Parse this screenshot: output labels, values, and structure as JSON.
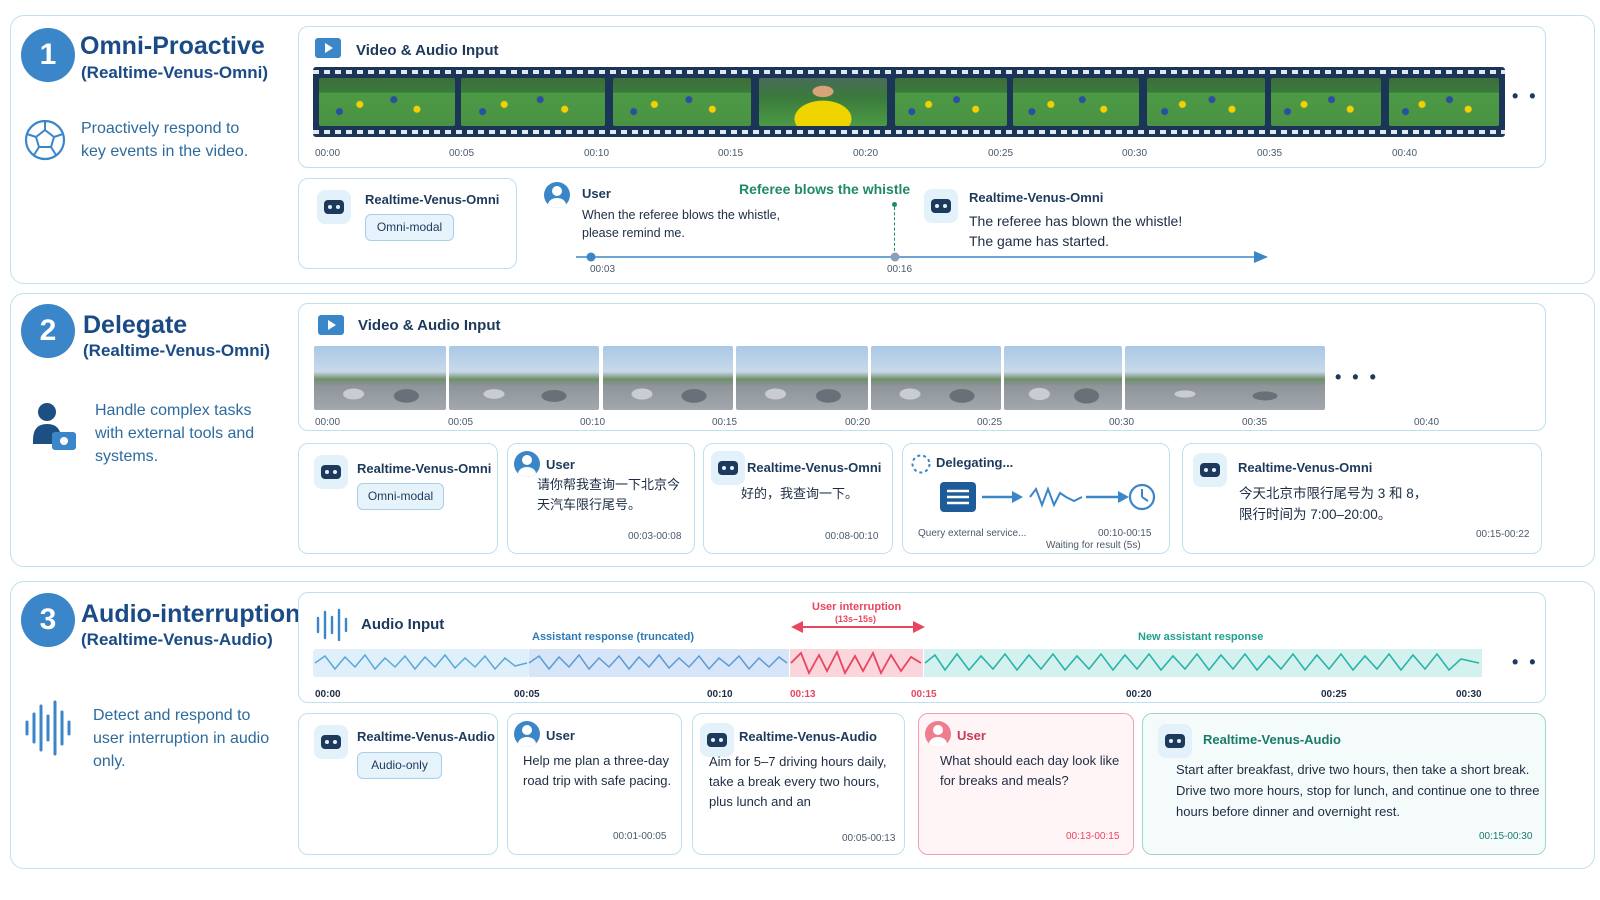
{
  "sections": [
    {
      "num": "1",
      "title": "Omni-Proactive",
      "subtitle": "(Realtime-Venus-Omni)",
      "description": "Proactively respond to key events in the video.",
      "panel_title": "Video & Audio Input",
      "ticks": [
        "00:00",
        "00:05",
        "00:10",
        "00:15",
        "00:20",
        "00:25",
        "00:30",
        "00:35",
        "00:40"
      ],
      "agent": {
        "name": "Realtime-Venus-Omni",
        "badge": "Omni-modal"
      },
      "user": {
        "label": "User",
        "text": "When the referee blows the whistle, please remind me."
      },
      "event_label": "Referee blows the whistle",
      "response": {
        "name": "Realtime-Venus-Omni",
        "text": "The referee has blown the whistle! The game has started."
      },
      "timeline": {
        "t1": "00:03",
        "t2": "00:16"
      }
    },
    {
      "num": "2",
      "title": "Delegate",
      "subtitle": "(Realtime-Venus-Omni)",
      "description": "Handle complex tasks with external tools and systems.",
      "panel_title": "Video & Audio Input",
      "ticks": [
        "00:00",
        "00:05",
        "00:10",
        "00:15",
        "00:20",
        "00:25",
        "00:30",
        "00:35",
        "00:40"
      ],
      "agent": {
        "name": "Realtime-Venus-Omni",
        "badge": "Omni-modal"
      },
      "user": {
        "label": "User",
        "text": "请你帮我查询一下北京今天汽车限行尾号。",
        "time": "00:03-00:08"
      },
      "reply1": {
        "name": "Realtime-Venus-Omni",
        "text": "好的，我查询一下。",
        "time": "00:08-00:10"
      },
      "delegating": {
        "label": "Delegating...",
        "query": "Query external service...",
        "time": "00:10-00:15",
        "waiting": "Waiting for result (5s)"
      },
      "reply2": {
        "name": "Realtime-Venus-Omni",
        "text": "今天北京市限行尾号为 3 和 8，限行时间为 7:00–20:00。",
        "time": "00:15-00:22"
      }
    },
    {
      "num": "3",
      "title": "Audio-interruption",
      "subtitle": "(Realtime-Venus-Audio)",
      "description": "Detect and respond to user interruption in audio only.",
      "panel_title": "Audio Input",
      "seg_truncated": "Assistant response (truncated)",
      "seg_interrupt": "User interruption",
      "seg_interrupt_range": "(13s–15s)",
      "seg_new": "New assistant response",
      "ticks": [
        "00:00",
        "00:05",
        "00:10",
        "00:13",
        "00:15",
        "00:20",
        "00:25",
        "00:30"
      ],
      "agent": {
        "name": "Realtime-Venus-Audio",
        "badge": "Audio-only"
      },
      "user1": {
        "label": "User",
        "text": "Help me plan a three-day road trip with safe pacing.",
        "time": "00:01-00:05"
      },
      "reply1": {
        "name": "Realtime-Venus-Audio",
        "text": "Aim for 5–7 driving hours daily, take a break every two hours, plus lunch and an",
        "time": "00:05-00:13"
      },
      "user2": {
        "label": "User",
        "text": "What should each day look like for breaks and meals?",
        "time": "00:13-00:15"
      },
      "reply2": {
        "name": "Realtime-Venus-Audio",
        "text": "Start after breakfast, drive two hours, then take a short break. Drive two more hours, stop for lunch, and continue one to three hours before dinner and overnight rest.",
        "time": "00:15-00:30"
      }
    }
  ],
  "colors": {
    "accent": "#3a86c8",
    "title": "#1a4b85",
    "border": "#bfe0ee",
    "green": "#1f8a6a",
    "red": "#e8455e",
    "teal": "#2ab3a6"
  }
}
